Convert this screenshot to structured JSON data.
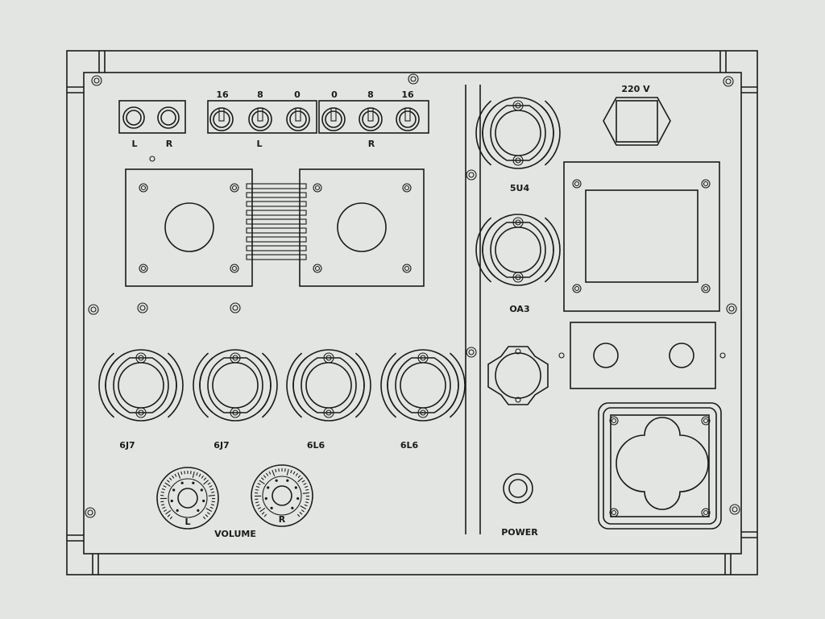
{
  "drawing": {
    "jacks": {
      "left_label": "L",
      "right_label": "R"
    },
    "speaker_taps_left": {
      "taps": [
        "16",
        "8",
        "0"
      ],
      "label": "L"
    },
    "speaker_taps_right": {
      "taps": [
        "0",
        "8",
        "16"
      ],
      "label": "R"
    },
    "mains_label": "220 V",
    "tubes": [
      {
        "label": "6J7"
      },
      {
        "label": "6J7"
      },
      {
        "label": "6L6"
      },
      {
        "label": "6L6"
      }
    ],
    "rectifier_label": "5U4",
    "regulator_label": "OA3",
    "volume": {
      "label": "VOLUME",
      "left": "L",
      "right": "R"
    },
    "power_label": "POWER"
  }
}
